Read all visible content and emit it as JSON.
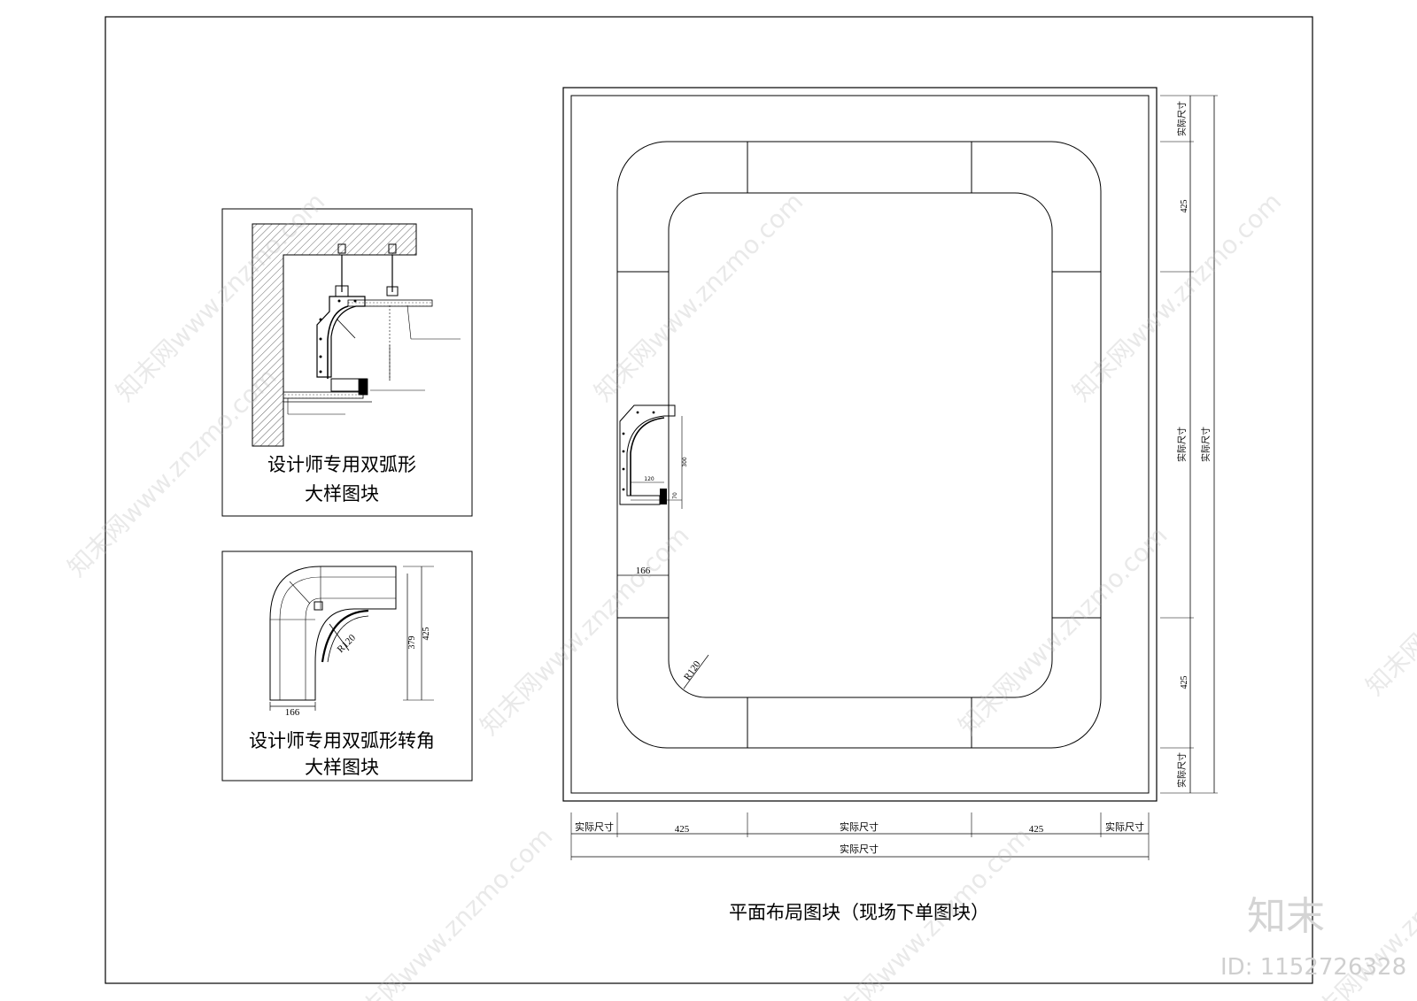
{
  "detail1": {
    "title_line1": "设计师专用双弧形",
    "title_line2": "大样图块"
  },
  "detail2": {
    "title_line1": "设计师专用双弧形转角",
    "title_line2": "大样图块",
    "radius_label": "R120",
    "width_label": "166",
    "height_inner_label": "379",
    "height_outer_label": "425"
  },
  "plan": {
    "title": "平面布局图块（现场下单图块）",
    "radius_label": "R120",
    "profile_width_label": "166",
    "profile_dim_a": "120",
    "profile_dim_b": "300",
    "profile_dim_c": "70",
    "bottom_dims": [
      "实际尺寸",
      "425",
      "实际尺寸",
      "425",
      "实际尺寸"
    ],
    "bottom_total": "实际尺寸",
    "right_dims": [
      "实际尺寸",
      "425",
      "实际尺寸",
      "425",
      "实际尺寸"
    ],
    "right_total": "实际尺寸"
  },
  "watermark": {
    "text": "知末网www.znzmo.com",
    "logo": "知末",
    "id": "ID: 1152726328"
  },
  "colors": {
    "line": "#000000",
    "hatch": "#555555",
    "watermark": "#b8b8b8"
  }
}
